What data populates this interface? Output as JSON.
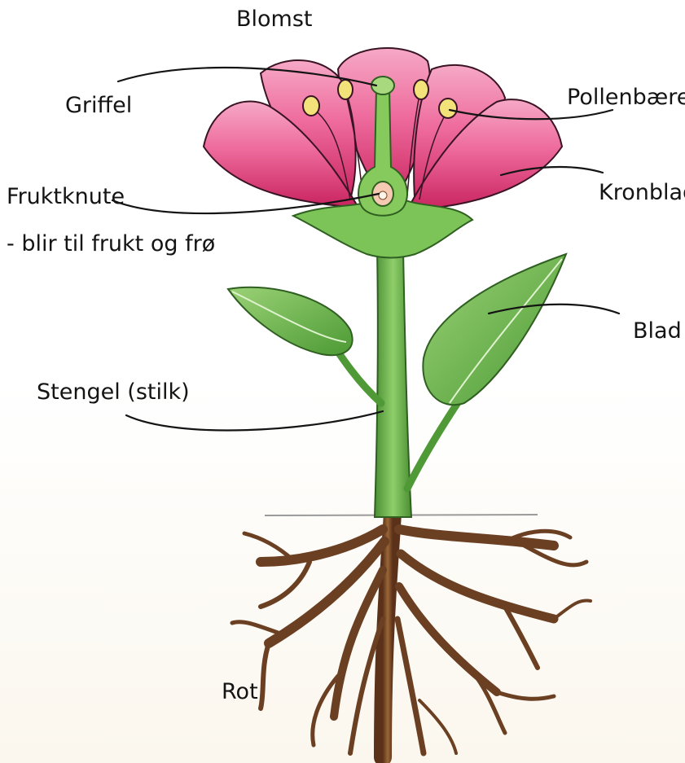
{
  "labels": {
    "flower": "Blomst",
    "style": "Griffel",
    "anther": "Pollenbærer",
    "ovary": "Fruktknute",
    "ovary_note": "- blir til frukt og frø",
    "petal": "Kronblad",
    "leaf": "Blad",
    "stem": "Stengel (stilk)",
    "root": "Rot"
  },
  "colors": {
    "petal": "#f07aa6",
    "petal_dark": "#d8326f",
    "stem": "#6ab04c",
    "leaf": "#7fc25a",
    "root": "#7a4a2a",
    "ground": "#9a9a9a",
    "ink": "#141414",
    "pollen": "#f3e27a"
  }
}
